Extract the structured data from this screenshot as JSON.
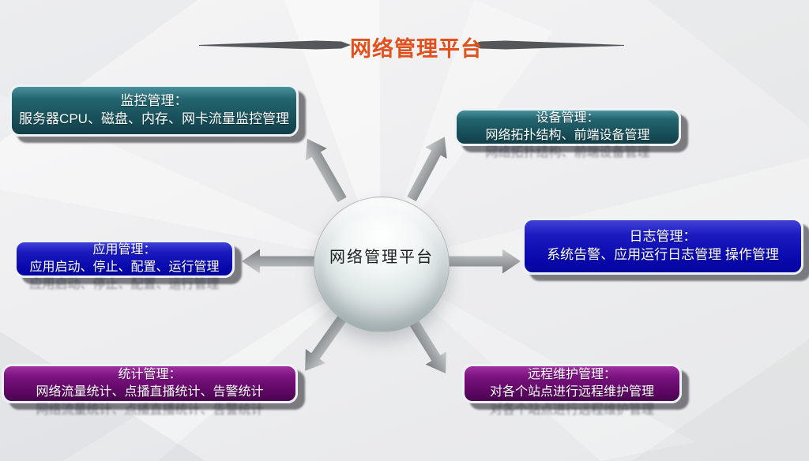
{
  "title": "网络管理平台",
  "center_label": "网络管理平台",
  "nodes": [
    {
      "id": "monitor",
      "heading": "监控管理：",
      "body": "服务器CPU、磁盘、内存、网卡流量监控管理"
    },
    {
      "id": "device",
      "heading": "设备管理：",
      "body": "网络拓扑结构、前端设备管理"
    },
    {
      "id": "app",
      "heading": "应用管理：",
      "body": "应用启动、停止、配置、运行管理"
    },
    {
      "id": "log",
      "heading": "日志管理：",
      "body": "系统告警、应用运行日志管理 操作管理"
    },
    {
      "id": "stats",
      "heading": "统计管理：",
      "body": "网络流量统计、点播直播统计、告警统计"
    },
    {
      "id": "remote",
      "heading": "远程维护管理：",
      "body": "对各个站点进行远程维护管理"
    }
  ],
  "colors": {
    "title_accent": "#e0511d",
    "teal_box": "#1d5a66",
    "blue_box": "#0e0eb4",
    "purple_box": "#6d0c74",
    "arrow_gray": "#9aa0a4",
    "sphere_gray": "#dde5e5"
  }
}
